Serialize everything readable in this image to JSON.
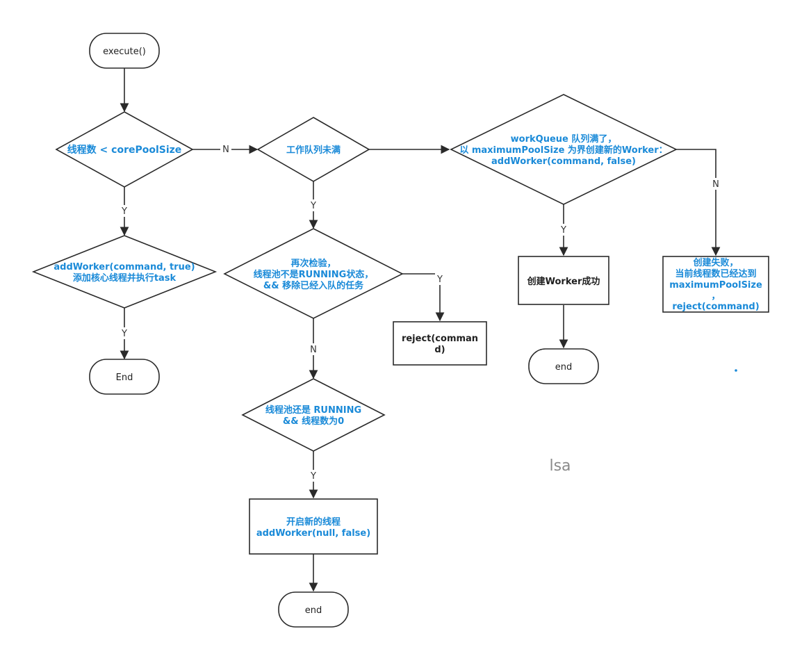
{
  "nodes": {
    "execute": "execute()",
    "core_check": "线程数 < corePoolSize",
    "add_core": [
      "addWorker(command, true)",
      "添加核心线程并执行task"
    ],
    "end1": "End",
    "queue_check": "工作队列未满",
    "recheck": [
      "再次检验，",
      "线程池不是RUNNING状态，",
      "&& 移除已经入队的任务"
    ],
    "reject1": [
      "reject(comman",
      "d)"
    ],
    "running_check": [
      "线程池还是 RUNNING",
      "&& 线程数为0"
    ],
    "start_thread": [
      "开启新的线程",
      "addWorker(null, false)"
    ],
    "end2": "end",
    "queue_full": [
      "workQueue 队列满了，",
      "以 maximumPoolSize 为界创建新的Worker：",
      "addWorker(command, false)"
    ],
    "worker_ok": "创建Worker成功",
    "end3": "end",
    "create_fail": [
      "创建失败，",
      "当前线程数已经达到",
      "maximumPoolSize",
      "，",
      "reject(command)"
    ]
  },
  "edges": {
    "y": "Y",
    "n": "N"
  },
  "watermark": "lsa",
  "colors": {
    "accent": "#1a8ad8",
    "stroke": "#2a2a2a"
  }
}
